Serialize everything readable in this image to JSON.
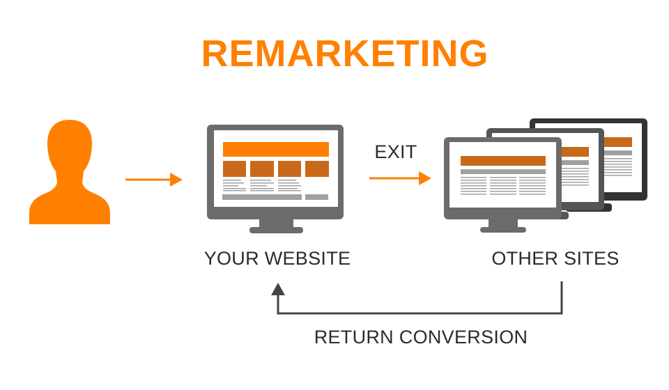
{
  "title": "REMARKETING",
  "labels": {
    "exit": "EXIT",
    "your_website": "YOUR WEBSITE",
    "other_sites": "OTHER SITES",
    "return_conversion": "RETURN CONVERSION"
  },
  "colors": {
    "orange": "#ff8000",
    "dark_orange": "#c8691a",
    "monitor_gray": "#6b6b6b",
    "monitor_mid": "#555555",
    "monitor_dark": "#333333",
    "line_gray": "#a0a0a0",
    "flow_line": "#444444"
  }
}
